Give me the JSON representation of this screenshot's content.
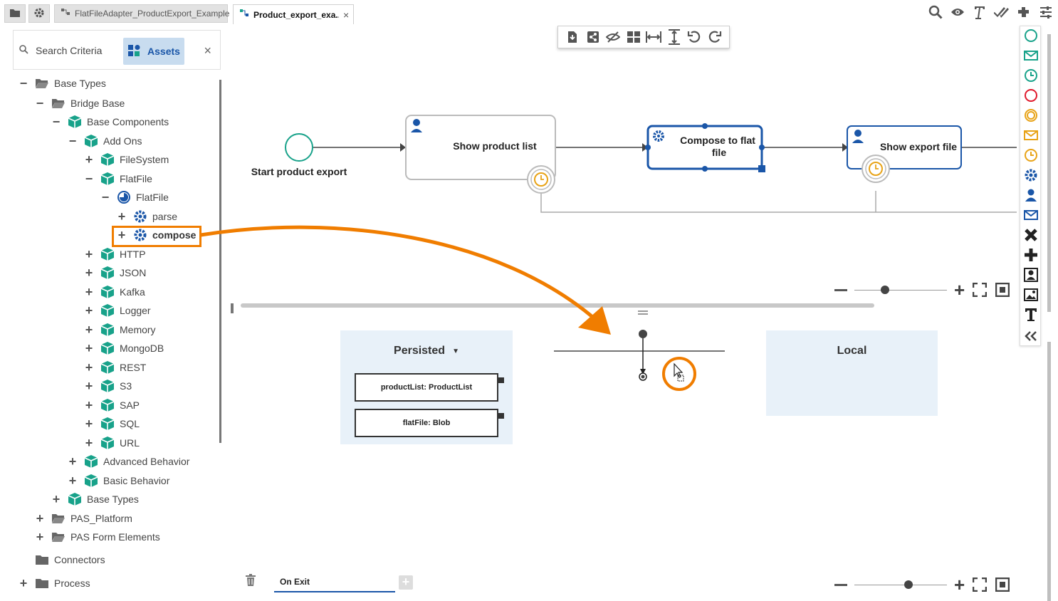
{
  "tabs": {
    "project_tab": "FlatFileAdapter_ProductExport_Example",
    "active_tab": "Product_export_exa...",
    "active_close": "×"
  },
  "search": {
    "criteria_label": "Search Criteria",
    "assets_label": "Assets",
    "close": "×"
  },
  "tree": [
    {
      "label": "Base Types",
      "toggle": "−",
      "icon": "folder-open-icon"
    },
    {
      "label": "Bridge Base",
      "toggle": "−",
      "icon": "folder-open-icon"
    },
    {
      "label": "Base Components",
      "toggle": "−",
      "icon": "package-icon"
    },
    {
      "label": "Add Ons",
      "toggle": "−",
      "icon": "package-icon"
    },
    {
      "label": "FileSystem",
      "toggle": "+",
      "icon": "package-icon"
    },
    {
      "label": "FlatFile",
      "toggle": "−",
      "icon": "package-icon"
    },
    {
      "label": "FlatFile",
      "toggle": "−",
      "icon": "service-icon"
    },
    {
      "label": "parse",
      "toggle": "+",
      "icon": "gear-icon"
    },
    {
      "label": "compose",
      "toggle": "+",
      "icon": "gear-icon"
    },
    {
      "label": "HTTP",
      "toggle": "+",
      "icon": "package-icon"
    },
    {
      "label": "JSON",
      "toggle": "+",
      "icon": "package-icon"
    },
    {
      "label": "Kafka",
      "toggle": "+",
      "icon": "package-icon"
    },
    {
      "label": "Logger",
      "toggle": "+",
      "icon": "package-icon"
    },
    {
      "label": "Memory",
      "toggle": "+",
      "icon": "package-icon"
    },
    {
      "label": "MongoDB",
      "toggle": "+",
      "icon": "package-icon"
    },
    {
      "label": "REST",
      "toggle": "+",
      "icon": "package-icon"
    },
    {
      "label": "S3",
      "toggle": "+",
      "icon": "package-icon"
    },
    {
      "label": "SAP",
      "toggle": "+",
      "icon": "package-icon"
    },
    {
      "label": "SQL",
      "toggle": "+",
      "icon": "package-icon"
    },
    {
      "label": "URL",
      "toggle": "+",
      "icon": "package-icon"
    },
    {
      "label": "Advanced Behavior",
      "toggle": "+",
      "icon": "package-icon"
    },
    {
      "label": "Basic Behavior",
      "toggle": "+",
      "icon": "package-icon"
    },
    {
      "label": "Base Types",
      "toggle": "+",
      "icon": "package-icon"
    },
    {
      "label": "PAS_Platform",
      "toggle": "+",
      "icon": "folder-open-icon"
    },
    {
      "label": "PAS Form Elements",
      "toggle": "+",
      "icon": "folder-open-icon"
    },
    {
      "label": "Connectors",
      "toggle": "",
      "icon": "folder-icon"
    },
    {
      "label": "Process",
      "toggle": "+",
      "icon": "folder-icon"
    }
  ],
  "diagram": {
    "start_label": "Start product export",
    "task1": "Show product list",
    "task2_line1": "Compose to flat",
    "task2_line2": "file",
    "task3": "Show export file"
  },
  "lower": {
    "persisted_title": "Persisted",
    "persisted_vars": [
      "productList: ProductList",
      "flatFile: Blob"
    ],
    "local_title": "Local",
    "on_exit_tab": "On Exit",
    "add_tab": "+"
  },
  "colors": {
    "accent_blue": "#1a56a8",
    "teal": "#18a28a",
    "highlight_orange": "#f07d00",
    "timer_yellow": "#e8a317",
    "error_red": "#e0192c"
  }
}
